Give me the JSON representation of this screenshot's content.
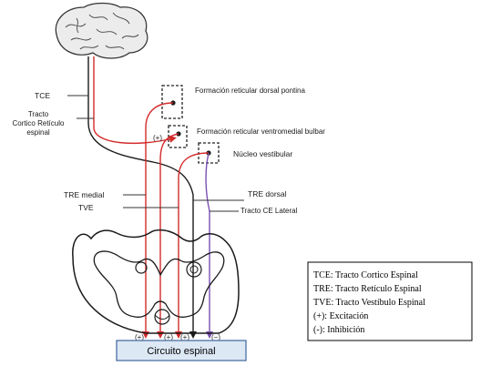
{
  "labels": {
    "tce": "TCE",
    "tracto_cr": [
      "Tracto",
      "Cortico Retículo",
      "espinal"
    ],
    "tre_medial": "TRE medial",
    "tve": "TVE",
    "frd_pontina": "Formación reticular dorsal pontina",
    "frv_bulbar": "Formación reticular ventromedial bulbar",
    "nucleo_vestibular": "Núcleo vestibular",
    "tre_dorsal": "TRE dorsal",
    "tracto_ce_lateral": "Tracto CE Lateral",
    "circuito": "Circuito espinal"
  },
  "signs": {
    "bulbar": "(+)",
    "bottom": [
      "(+)",
      "(+)",
      "(+)",
      "(−)"
    ]
  },
  "legend": [
    "TCE: Tracto Cortico Espinal",
    "TRE: Tracto Retículo Espinal",
    "TVE: Tracto Vestíbulo Espinal",
    "(+): Excitación",
    "(-): Inhibición"
  ],
  "colors": {
    "red": "#d42a2a",
    "purple": "#7b4fb3",
    "black": "#1a1a1a",
    "circuit_border": "#4a6fa5",
    "circuit_fill": "#dde8f5"
  }
}
